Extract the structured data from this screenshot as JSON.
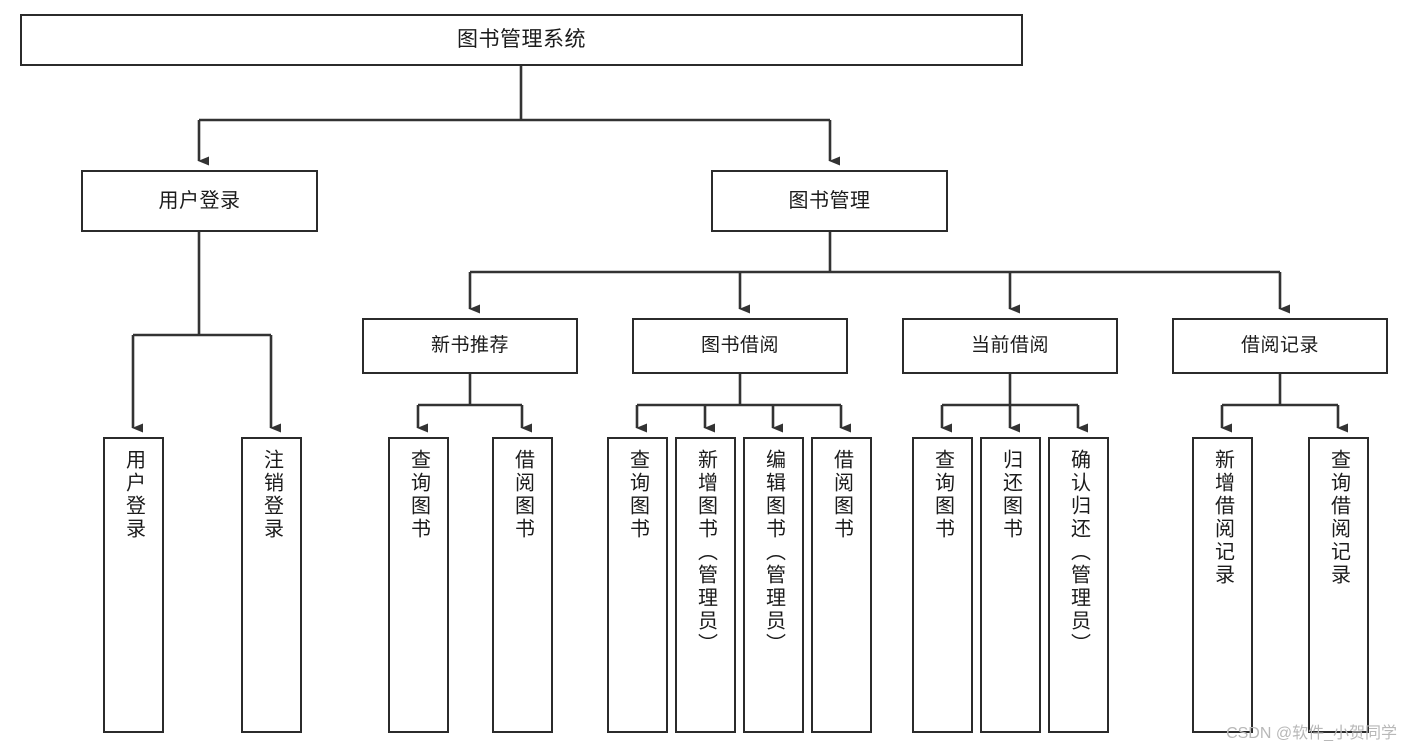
{
  "diagram": {
    "title": "图书管理系统",
    "type": "tree-hierarchy",
    "nodes": {
      "root": {
        "label": "图书管理系统"
      },
      "level2": [
        {
          "id": "user-login",
          "label": "用户登录"
        },
        {
          "id": "book-management",
          "label": "图书管理"
        }
      ],
      "level3": [
        {
          "id": "new-book-recommend",
          "label": "新书推荐"
        },
        {
          "id": "book-borrow",
          "label": "图书借阅"
        },
        {
          "id": "current-borrow",
          "label": "当前借阅"
        },
        {
          "id": "borrow-record",
          "label": "借阅记录"
        }
      ],
      "leaves": {
        "user-login": [
          {
            "id": "leaf-user-login",
            "label": "用户登录"
          },
          {
            "id": "leaf-logout-login",
            "label": "注销登录"
          }
        ],
        "new-book-recommend": [
          {
            "id": "leaf-query-book-1",
            "label": "查询图书"
          },
          {
            "id": "leaf-borrow-book-1",
            "label": "借阅图书"
          }
        ],
        "book-borrow": [
          {
            "id": "leaf-query-book-2",
            "label": "查询图书"
          },
          {
            "id": "leaf-add-book",
            "label": "新增图书（管理员）"
          },
          {
            "id": "leaf-edit-book",
            "label": "编辑图书（管理员）"
          },
          {
            "id": "leaf-borrow-book-2",
            "label": "借阅图书"
          }
        ],
        "current-borrow": [
          {
            "id": "leaf-query-book-3",
            "label": "查询图书"
          },
          {
            "id": "leaf-return-book",
            "label": "归还图书"
          },
          {
            "id": "leaf-confirm-return",
            "label": "确认归还（管理员）"
          }
        ],
        "borrow-record": [
          {
            "id": "leaf-add-record",
            "label": "新增借阅记录"
          },
          {
            "id": "leaf-query-record",
            "label": "查询借阅记录"
          }
        ]
      }
    },
    "colors": {
      "box_border": "#2b2b2b",
      "box_fill": "#ffffff",
      "connector": "#333333",
      "text": "#1b1b1b",
      "watermark": "#b8b8b8",
      "background": "#ffffff"
    }
  },
  "watermark": {
    "text": "CSDN @软件_小贺同学"
  }
}
